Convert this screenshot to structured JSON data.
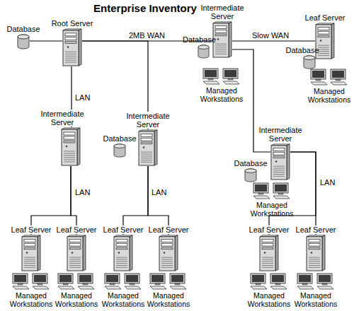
{
  "diagram": {
    "title": "Enterprise Inventory",
    "nodes": [
      {
        "text": [
          "Database"
        ]
      },
      {
        "text": [
          "Root Server"
        ]
      },
      {
        "text": [
          "Intermediate Server"
        ]
      },
      {
        "text": [
          "Database"
        ]
      },
      {
        "text": [
          "Managed Workstations"
        ]
      },
      {
        "text": [
          "Leaf Server"
        ]
      },
      {
        "text": [
          "Database"
        ]
      },
      {
        "text": [
          "Managed Workstations"
        ]
      },
      {
        "text": [
          "Intermediate Server"
        ]
      },
      {
        "text": [
          "Intermediate Server"
        ]
      },
      {
        "text": [
          "Database"
        ]
      },
      {
        "text": [
          "Intermediate Server"
        ]
      },
      {
        "text": [
          "Database"
        ]
      },
      {
        "text": [
          "Managed Workstations"
        ]
      },
      {
        "text": [
          "Leaf Server"
        ]
      },
      {
        "text": [
          "Leaf Server"
        ]
      },
      {
        "text": [
          "Leaf Server"
        ]
      },
      {
        "text": [
          "Leaf Server"
        ]
      },
      {
        "text": [
          "Leaf Server"
        ]
      },
      {
        "text": [
          "Leaf Server"
        ]
      },
      {
        "text": [
          "Managed Workstations"
        ]
      },
      {
        "text": [
          "Managed Workstations"
        ]
      },
      {
        "text": [
          "Managed Workstations"
        ]
      },
      {
        "text": [
          "Managed Workstations"
        ]
      },
      {
        "text": [
          "Managed Workstations"
        ]
      },
      {
        "text": [
          "Managed Workstations"
        ]
      }
    ],
    "edges": [
      {
        "from": 0,
        "to": 1,
        "arrow": "none"
      },
      {
        "from": 1,
        "to": 2,
        "label": "2MB WAN",
        "arrow": "none"
      },
      {
        "from": 1,
        "to": 9,
        "arrow": "none"
      },
      {
        "from": 1,
        "to": 8,
        "label": "LAN",
        "arrow": "none"
      },
      {
        "from": 2,
        "to": 5,
        "label": "Slow WAN",
        "arrow": "none"
      },
      {
        "from": 2,
        "to": 11,
        "arrow": "none"
      },
      {
        "from": 8,
        "to": 14,
        "label": "LAN",
        "arrow": "none"
      },
      {
        "from": 8,
        "to": 15,
        "arrow": "none"
      },
      {
        "from": 9,
        "to": 16,
        "label": "LAN",
        "arrow": "none"
      },
      {
        "from": 9,
        "to": 17,
        "arrow": "none"
      },
      {
        "from": 11,
        "to": 18,
        "label": "LAN",
        "arrow": "none"
      },
      {
        "from": 11,
        "to": 19,
        "arrow": "none"
      }
    ]
  }
}
